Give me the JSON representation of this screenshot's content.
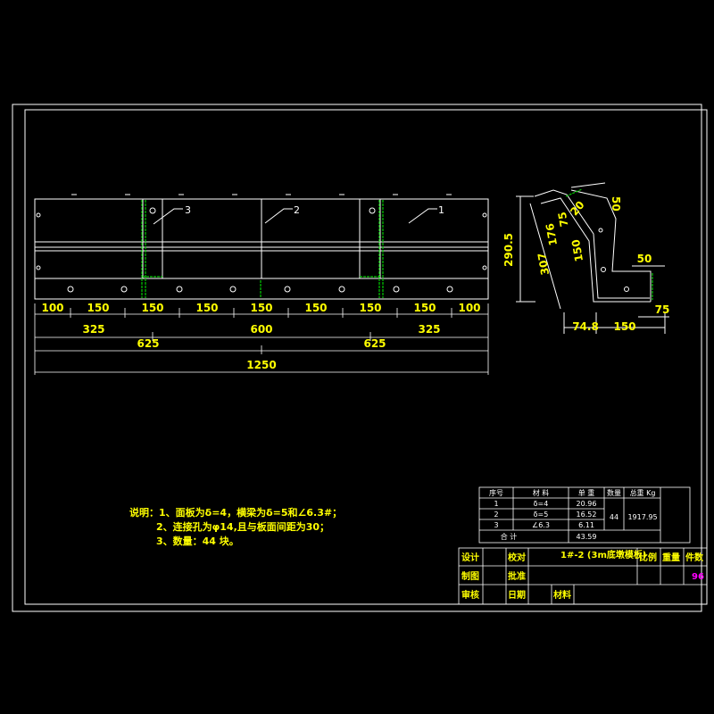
{
  "drawing": {
    "callouts": [
      "3",
      "2",
      "1"
    ],
    "front_dims_row1": [
      "100",
      "150",
      "150",
      "150",
      "150",
      "150",
      "150",
      "150",
      "100"
    ],
    "front_dims_row2": [
      "325",
      "600",
      "325"
    ],
    "front_dims_row3": [
      "625",
      "625"
    ],
    "front_dims_total": "1250",
    "side_dims": {
      "height": "290.5",
      "top": "50",
      "d75_vertical": "75",
      "d176": "176",
      "d307": "307",
      "d150_vertical": "150",
      "d20": "20",
      "right_50": "50",
      "right_75": "75",
      "bottom_74_8": "74.8",
      "bottom_150": "150"
    }
  },
  "notes": {
    "line1": "说明：1、面板为δ=4，横梁为δ=5和∠6.3#；",
    "line2": "2、连接孔为φ14,且与板面间距为30；",
    "line3": "3、数量：44 块。"
  },
  "materials_table": {
    "headers": [
      "序号",
      "材 料",
      "单 重",
      "数量",
      "总重 Kg"
    ],
    "rows": [
      {
        "no": "1",
        "material": "δ=4",
        "unit_weight": "20.96"
      },
      {
        "no": "2",
        "material": "δ=5",
        "unit_weight": "16.52"
      },
      {
        "no": "3",
        "material": "∠6.3",
        "unit_weight": "6.11"
      }
    ],
    "quantity": "44",
    "total_weight": "1917.95",
    "sum_label": "合 计",
    "sum_value": "43.59"
  },
  "title_block": {
    "design": "设计",
    "check": "校对",
    "drawing_title": "1#-2 (3m底墩模板)",
    "scale": "比例",
    "weight": "重量",
    "pieces": "件数",
    "drafting": "制图",
    "approval": "批准",
    "sheet_no": "96",
    "review": "审核",
    "date": "日期",
    "material": "材料"
  },
  "colors": {
    "background": "#000000",
    "lines": "#ffffff",
    "dimensions": "#ffff00",
    "green_bolts": "#00cc00",
    "sheet_no": "#ff00ff"
  }
}
